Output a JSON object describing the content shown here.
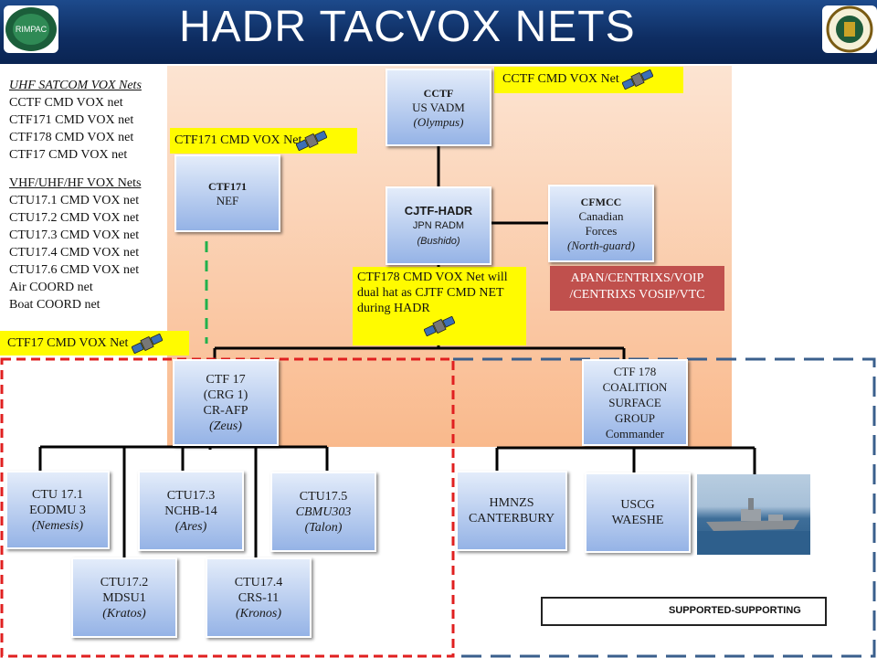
{
  "header": {
    "title": "HADR TACVOX NETS",
    "left_logo_text": "RIMPAC",
    "colors": {
      "header": "#0e2d62",
      "orange_panel": "#f9b98c",
      "yellow_label": "#fffb00",
      "red_label": "#c0504d",
      "box": "#95b3e6"
    }
  },
  "left_nets": {
    "uhf_title": "UHF SATCOM VOX Nets",
    "uhf_items": [
      "CCTF CMD VOX net",
      "CTF171 CMD VOX net",
      "CTF178 CMD VOX net",
      "CTF17 CMD VOX net"
    ],
    "vhf_title": "VHF/UHF/HF VOX Nets",
    "vhf_items": [
      "CTU17.1  CMD VOX net",
      "CTU17.2 CMD VOX net",
      "CTU17.3 CMD VOX net",
      "CTU17.4 CMD VOX net",
      "CTU17.6 CMD VOX net",
      "Air COORD net",
      "Boat COORD net"
    ]
  },
  "net_labels": {
    "cctf": "CCTF  CMD VOX Net",
    "ctf171": "CTF171 CMD VOX Net",
    "ctf178": "CTF178 CMD VOX Net will dual hat as CJTF CMD NET during HADR",
    "ctf17": "CTF17 CMD VOX Net",
    "satellite_icon": "satellite-icon"
  },
  "apan": "APAN/CENTRIXS/VOIP /CENTRIXS VOSIP/VTC",
  "nodes": {
    "cctf": {
      "l1": "CCTF",
      "l2": "US VADM",
      "l3": "(Olympus)"
    },
    "ctf171": {
      "l1": "CTF171",
      "l2": "NEF"
    },
    "cjtf": {
      "l1": "CJTF-HADR",
      "l2": "JPN RADM",
      "l3": "(Bushido)"
    },
    "cfmcc": {
      "l1": "CFMCC",
      "l2": "Canadian",
      "l3": "Forces",
      "l4": "(North-guard)"
    },
    "ctf17": {
      "l1": "CTF 17",
      "l2": "(CRG 1)",
      "l3": "CR-AFP",
      "l4": "(Zeus)"
    },
    "ctf178": {
      "l1": "CTF 178",
      "l2": "COALITION",
      "l3": "SURFACE",
      "l4": "GROUP",
      "l5": "Commander"
    },
    "ctu171": {
      "l1": "CTU 17.1",
      "l2": "EODMU 3",
      "l3": "(Nemesis)"
    },
    "ctu173": {
      "l1": "CTU17.3",
      "l2": "NCHB-14",
      "l3": "(Ares)"
    },
    "ctu175": {
      "l1": "CTU17.5",
      "l2": "CBMU303",
      "l3": "(Talon)"
    },
    "ctu172": {
      "l1": "CTU17.2",
      "l2": "MDSU1",
      "l3": "(Kratos)"
    },
    "ctu174": {
      "l1": "CTU17.4",
      "l2": "CRS-11",
      "l3": "(Kronos)"
    },
    "hmnzs": {
      "l1": "HMNZS",
      "l2": "CANTERBURY"
    },
    "uscg": {
      "l1": "USCG",
      "l2": "WAESHE"
    }
  },
  "legend": {
    "label": "SUPPORTED-SUPPORTING"
  }
}
